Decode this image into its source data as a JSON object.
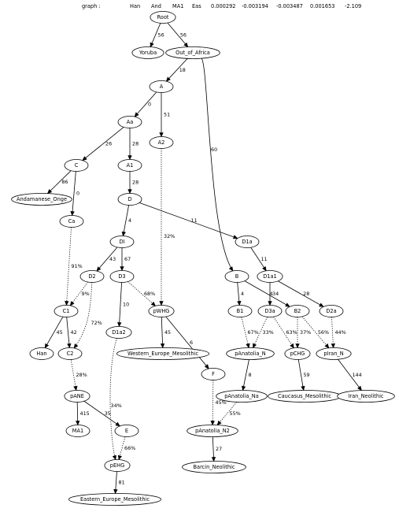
{
  "header": {
    "items": [
      "graph :",
      "Han",
      "And",
      "MA1",
      "Eas",
      "0.000292",
      "-0.003194",
      "-0.003487",
      "0.001653",
      "-2.109"
    ]
  },
  "colors": {
    "admixed_node_text": "#8b0000",
    "default_text": "#000000"
  },
  "nodes": [
    {
      "id": "Root",
      "label": "Root"
    },
    {
      "id": "Yoruba",
      "label": "Yoruba"
    },
    {
      "id": "Out_of_Africa",
      "label": "Out_of_Africa"
    },
    {
      "id": "A",
      "label": "A"
    },
    {
      "id": "Aa",
      "label": "Aa"
    },
    {
      "id": "A2",
      "label": "A2"
    },
    {
      "id": "C",
      "label": "C"
    },
    {
      "id": "A1",
      "label": "A1"
    },
    {
      "id": "Andamanese_Onge",
      "label": "Andamanese_Onge"
    },
    {
      "id": "Ca",
      "label": "Ca"
    },
    {
      "id": "D",
      "label": "D"
    },
    {
      "id": "D1a",
      "label": "D1a"
    },
    {
      "id": "DI",
      "label": "DI"
    },
    {
      "id": "D2",
      "label": "D2"
    },
    {
      "id": "D3",
      "label": "D3"
    },
    {
      "id": "B",
      "label": "B",
      "admixed": true
    },
    {
      "id": "D1a1",
      "label": "D1a1"
    },
    {
      "id": "C1",
      "label": "C1"
    },
    {
      "id": "pWHG",
      "label": "pWHG"
    },
    {
      "id": "B1",
      "label": "B1"
    },
    {
      "id": "D3a",
      "label": "D3a"
    },
    {
      "id": "B2",
      "label": "B2"
    },
    {
      "id": "D2a",
      "label": "D2a"
    },
    {
      "id": "Han",
      "label": "Han"
    },
    {
      "id": "C2",
      "label": "C2"
    },
    {
      "id": "D1a2",
      "label": "D1a2"
    },
    {
      "id": "Western_Europe_Mesolithic",
      "label": "Western_Europe_Mesolithic"
    },
    {
      "id": "pAnatolia_N",
      "label": "pAnatolia_N"
    },
    {
      "id": "pCHG",
      "label": "pCHG"
    },
    {
      "id": "pIran_N",
      "label": "pIran_N"
    },
    {
      "id": "F",
      "label": "F"
    },
    {
      "id": "Caucasus_Mesolithic",
      "label": "Caucasus_Mesolithic"
    },
    {
      "id": "Iran_Neolithic",
      "label": "Iran_Neolithic"
    },
    {
      "id": "pANE",
      "label": "pANE"
    },
    {
      "id": "pAnatolia_Na",
      "label": "pAnatolia_Na"
    },
    {
      "id": "MA1",
      "label": "MA1",
      "admixed": true
    },
    {
      "id": "E",
      "label": "E",
      "admixed": true
    },
    {
      "id": "pAnatolia_N2",
      "label": "pAnatolia_N2"
    },
    {
      "id": "pEHG",
      "label": "pEHG"
    },
    {
      "id": "Barcin_Neolithic",
      "label": "Barcin_Neolithic"
    },
    {
      "id": "Eastern_Europe_Mesolithic",
      "label": "Eastern_Europe_Mesolithic"
    }
  ],
  "edges": [
    {
      "from": "Root",
      "to": "Yoruba",
      "label": "56"
    },
    {
      "from": "Root",
      "to": "Out_of_Africa",
      "label": "56"
    },
    {
      "from": "Out_of_Africa",
      "to": "A",
      "label": "18"
    },
    {
      "from": "Out_of_Africa",
      "to": "B",
      "label": "60"
    },
    {
      "from": "A",
      "to": "Aa",
      "label": "0"
    },
    {
      "from": "A",
      "to": "A2",
      "label": "51"
    },
    {
      "from": "Aa",
      "to": "C",
      "label": "26"
    },
    {
      "from": "Aa",
      "to": "A1",
      "label": "28"
    },
    {
      "from": "C",
      "to": "Andamanese_Onge",
      "label": "86"
    },
    {
      "from": "C",
      "to": "Ca",
      "label": "0"
    },
    {
      "from": "A1",
      "to": "D",
      "label": "28"
    },
    {
      "from": "D",
      "to": "DI",
      "label": "4"
    },
    {
      "from": "D",
      "to": "D1a",
      "label": "11"
    },
    {
      "from": "A2",
      "to": "pWHG",
      "label": "32%",
      "dotted": true
    },
    {
      "from": "Ca",
      "to": "C1",
      "label": "91%",
      "dotted": true
    },
    {
      "from": "DI",
      "to": "D2",
      "label": "43"
    },
    {
      "from": "DI",
      "to": "D3",
      "label": "67"
    },
    {
      "from": "D1a",
      "to": "D1a1",
      "label": "11"
    },
    {
      "from": "D2",
      "to": "C1",
      "label": "9%",
      "dotted": true
    },
    {
      "from": "D2",
      "to": "C2",
      "label": "72%",
      "dotted": true
    },
    {
      "from": "D3",
      "to": "D1a2",
      "label": "10"
    },
    {
      "from": "D3",
      "to": "pWHG",
      "label": "68%",
      "dotted": true
    },
    {
      "from": "B",
      "to": "B1",
      "label": "4"
    },
    {
      "from": "B",
      "to": "B2",
      "label": "4"
    },
    {
      "from": "D1a1",
      "to": "D3a",
      "label": "34"
    },
    {
      "from": "D1a1",
      "to": "D2a",
      "label": "28"
    },
    {
      "from": "C1",
      "to": "Han",
      "label": "45"
    },
    {
      "from": "C1",
      "to": "C2",
      "label": "42"
    },
    {
      "from": "pWHG",
      "to": "Western_Europe_Mesolithic",
      "label": "45"
    },
    {
      "from": "pWHG",
      "to": "F",
      "label": "6"
    },
    {
      "from": "B1",
      "to": "pAnatolia_N",
      "label": "67%",
      "dotted": true
    },
    {
      "from": "D3a",
      "to": "pAnatolia_N",
      "label": "33%",
      "dotted": true
    },
    {
      "from": "D3a",
      "to": "pCHG",
      "label": "63%",
      "dotted": true
    },
    {
      "from": "B2",
      "to": "pCHG",
      "label": "37%",
      "dotted": true
    },
    {
      "from": "B2",
      "to": "pIran_N",
      "label": "56%",
      "dotted": true
    },
    {
      "from": "D2a",
      "to": "pIran_N",
      "label": "44%",
      "dotted": true
    },
    {
      "from": "C2",
      "to": "pANE",
      "label": "28%",
      "dotted": true
    },
    {
      "from": "D1a2",
      "to": "pEHG",
      "label": "34%",
      "dotted": true
    },
    {
      "from": "pAnatolia_N",
      "to": "pAnatolia_Na",
      "label": "8"
    },
    {
      "from": "pCHG",
      "to": "Caucasus_Mesolithic",
      "label": "59"
    },
    {
      "from": "pIran_N",
      "to": "Iran_Neolithic",
      "label": "144"
    },
    {
      "from": "F",
      "to": "pAnatolia_N2",
      "label": "45%",
      "dotted": true
    },
    {
      "from": "pAnatolia_Na",
      "to": "pAnatolia_N2",
      "label": "55%",
      "dotted": true
    },
    {
      "from": "pANE",
      "to": "MA1",
      "label": "415"
    },
    {
      "from": "pANE",
      "to": "E",
      "label": "35"
    },
    {
      "from": "E",
      "to": "pEHG",
      "label": "66%",
      "dotted": true
    },
    {
      "from": "pAnatolia_N2",
      "to": "Barcin_Neolithic",
      "label": "27"
    },
    {
      "from": "pEHG",
      "to": "Eastern_Europe_Mesolithic",
      "label": "81"
    }
  ]
}
